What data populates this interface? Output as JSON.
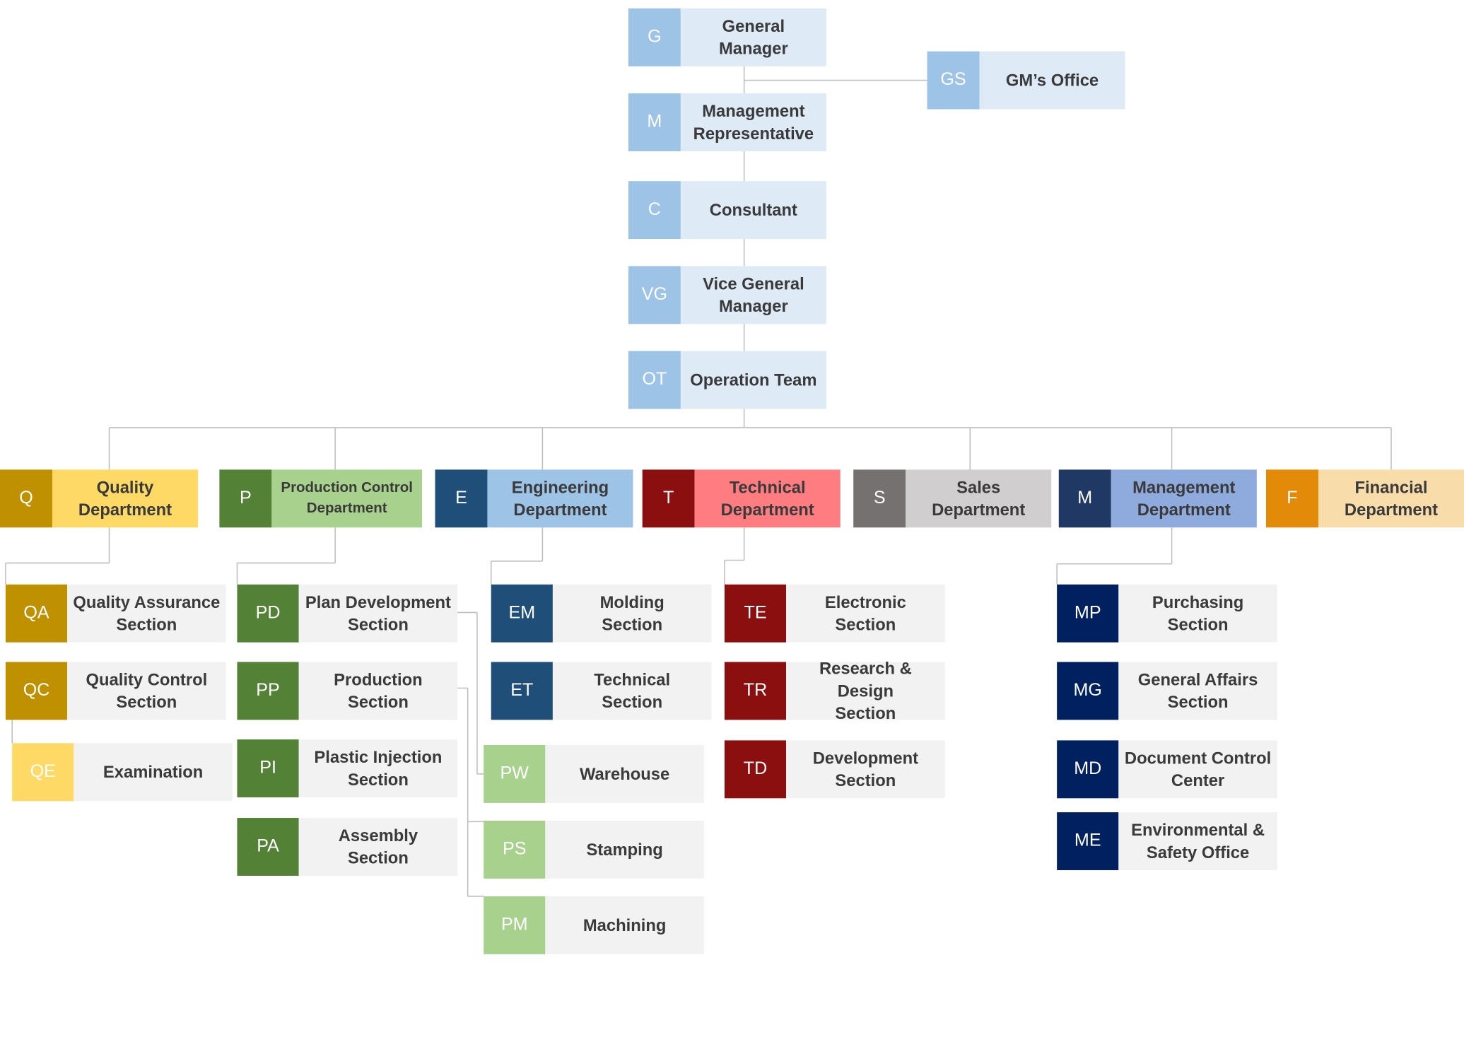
{
  "colors": {
    "line": "#bfbfbf",
    "top_code": "#9dc3e6",
    "top_label": "#deebf7",
    "section_label": "#f2f2f2"
  },
  "top": [
    {
      "id": "gm",
      "code": "G",
      "label": "General\nManager"
    },
    {
      "id": "gso",
      "code": "GS",
      "label": "GM’s Office"
    },
    {
      "id": "mr",
      "code": "M",
      "label": "Management\nRepresentative"
    },
    {
      "id": "con",
      "code": "C",
      "label": "Consultant"
    },
    {
      "id": "vgm",
      "code": "VG",
      "label": "Vice General\nManager"
    },
    {
      "id": "ot",
      "code": "OT",
      "label": "Operation Team"
    }
  ],
  "departments": [
    {
      "id": "q",
      "code": "Q",
      "label": "Quality\nDepartment",
      "code_color": "#bf9000",
      "label_color": "#ffd966",
      "code_text": "#ffffff",
      "label_text": "#3a3a3a"
    },
    {
      "id": "p",
      "code": "P",
      "label": "Production Control\nDepartment",
      "code_color": "#538135",
      "label_color": "#a9d18e",
      "code_text": "#ffffff",
      "label_text": "#3a3a3a"
    },
    {
      "id": "e",
      "code": "E",
      "label": "Engineering\nDepartment",
      "code_color": "#1f4e79",
      "label_color": "#9dc3e6",
      "code_text": "#ffffff",
      "label_text": "#3a3a3a"
    },
    {
      "id": "t",
      "code": "T",
      "label": "Technical\nDepartment",
      "code_color": "#8b0f0f",
      "label_color": "#ff7c80",
      "code_text": "#ffffff",
      "label_text": "#3a3a3a"
    },
    {
      "id": "s",
      "code": "S",
      "label": "Sales\nDepartment",
      "code_color": "#767171",
      "label_color": "#d0cece",
      "code_text": "#ffffff",
      "label_text": "#3a3a3a"
    },
    {
      "id": "m",
      "code": "M",
      "label": "Management\nDepartment",
      "code_color": "#203864",
      "label_color": "#8faadc",
      "code_text": "#ffffff",
      "label_text": "#3a3a3a"
    },
    {
      "id": "f",
      "code": "F",
      "label": "Financial\nDepartment",
      "code_color": "#e38b08",
      "label_color": "#f8dcaa",
      "code_text": "#ffffff",
      "label_text": "#3a3a3a"
    }
  ],
  "sections": [
    {
      "id": "qa",
      "code": "QA",
      "label": "Quality Assurance\nSection",
      "code_color": "#bf9000"
    },
    {
      "id": "qc",
      "code": "QC",
      "label": "Quality Control\nSection",
      "code_color": "#bf9000"
    },
    {
      "id": "qe",
      "code": "QE",
      "label": "Examination",
      "code_color": "#ffd966"
    },
    {
      "id": "pd",
      "code": "PD",
      "label": "Plan Development\nSection",
      "code_color": "#538135"
    },
    {
      "id": "pp",
      "code": "PP",
      "label": "Production\nSection",
      "code_color": "#538135"
    },
    {
      "id": "pi",
      "code": "PI",
      "label": "Plastic Injection\nSection",
      "code_color": "#538135"
    },
    {
      "id": "pa",
      "code": "PA",
      "label": "Assembly\nSection",
      "code_color": "#538135"
    },
    {
      "id": "pw",
      "code": "PW",
      "label": "Warehouse",
      "code_color": "#a9d18e"
    },
    {
      "id": "ps",
      "code": "PS",
      "label": "Stamping",
      "code_color": "#a9d18e"
    },
    {
      "id": "pm",
      "code": "PM",
      "label": "Machining",
      "code_color": "#a9d18e"
    },
    {
      "id": "em",
      "code": "EM",
      "label": "Molding\nSection",
      "code_color": "#1f4e79"
    },
    {
      "id": "et",
      "code": "ET",
      "label": "Technical\nSection",
      "code_color": "#1f4e79"
    },
    {
      "id": "te",
      "code": "TE",
      "label": "Electronic\nSection",
      "code_color": "#8b0f0f"
    },
    {
      "id": "tr",
      "code": "TR",
      "label": "Research & Design\nSection",
      "code_color": "#8b0f0f"
    },
    {
      "id": "td",
      "code": "TD",
      "label": "Development\nSection",
      "code_color": "#8b0f0f"
    },
    {
      "id": "mp",
      "code": "MP",
      "label": "Purchasing\nSection",
      "code_color": "#002060"
    },
    {
      "id": "mg",
      "code": "MG",
      "label": "General Affairs\nSection",
      "code_color": "#002060"
    },
    {
      "id": "md",
      "code": "MD",
      "label": "Document Control\nCenter",
      "code_color": "#002060"
    },
    {
      "id": "me",
      "code": "ME",
      "label": "Environmental &\nSafety Office",
      "code_color": "#002060"
    }
  ]
}
